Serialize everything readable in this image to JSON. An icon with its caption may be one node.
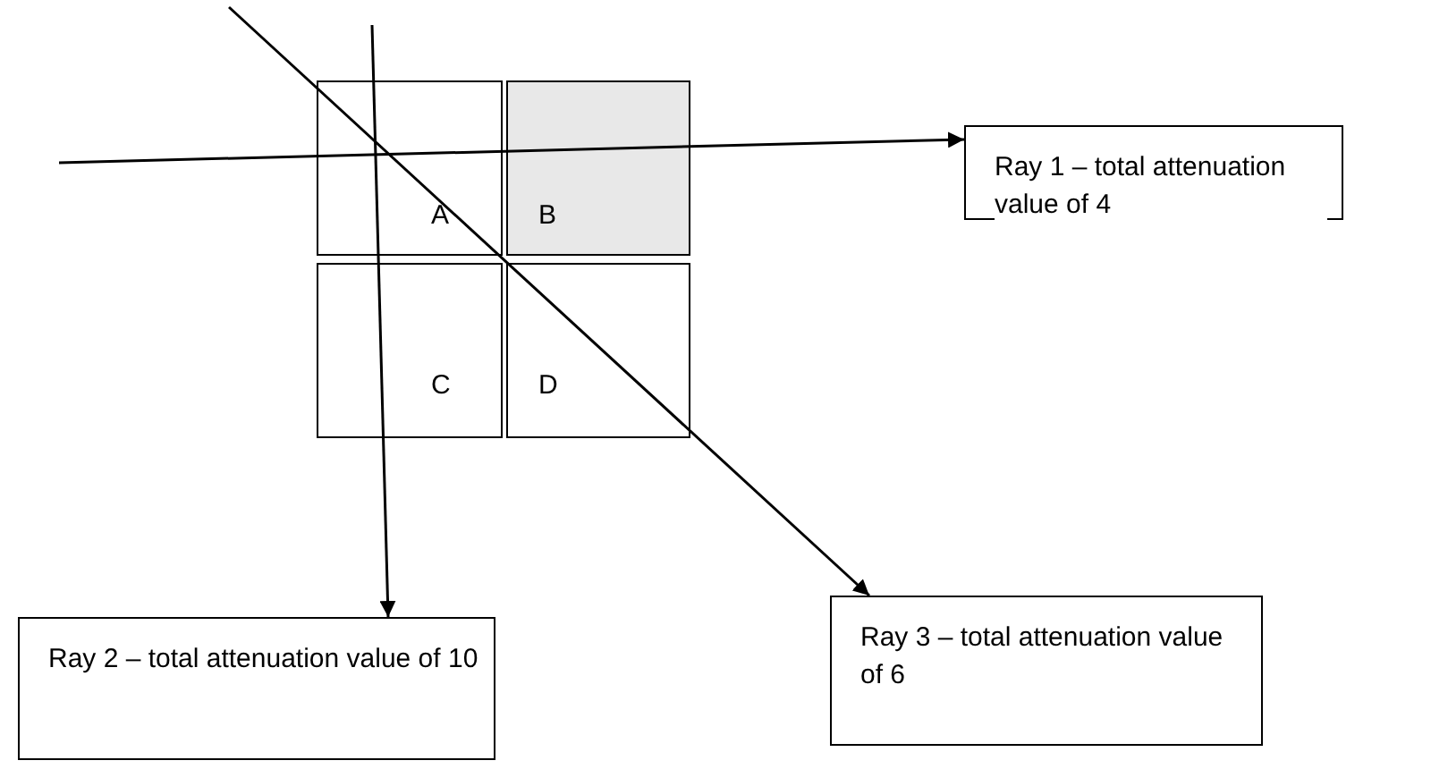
{
  "diagram": {
    "nodes": [
      {
        "text": [
          "A"
        ]
      },
      {
        "text": [
          "B"
        ]
      },
      {
        "text": [
          "C"
        ]
      },
      {
        "text": [
          "D"
        ]
      },
      {
        "text": [
          "Ray 1 – total attenuation value of 4"
        ]
      },
      {
        "text": [
          "Ray 2 – total attenuation value of 10"
        ]
      },
      {
        "text": [
          "Ray 3 – total attenuation value of 6"
        ]
      }
    ],
    "edges": [
      {
        "from": null,
        "to": 4,
        "arrow": "to"
      },
      {
        "from": null,
        "to": 5,
        "arrow": "to"
      },
      {
        "from": null,
        "to": 6,
        "arrow": "to"
      }
    ]
  }
}
